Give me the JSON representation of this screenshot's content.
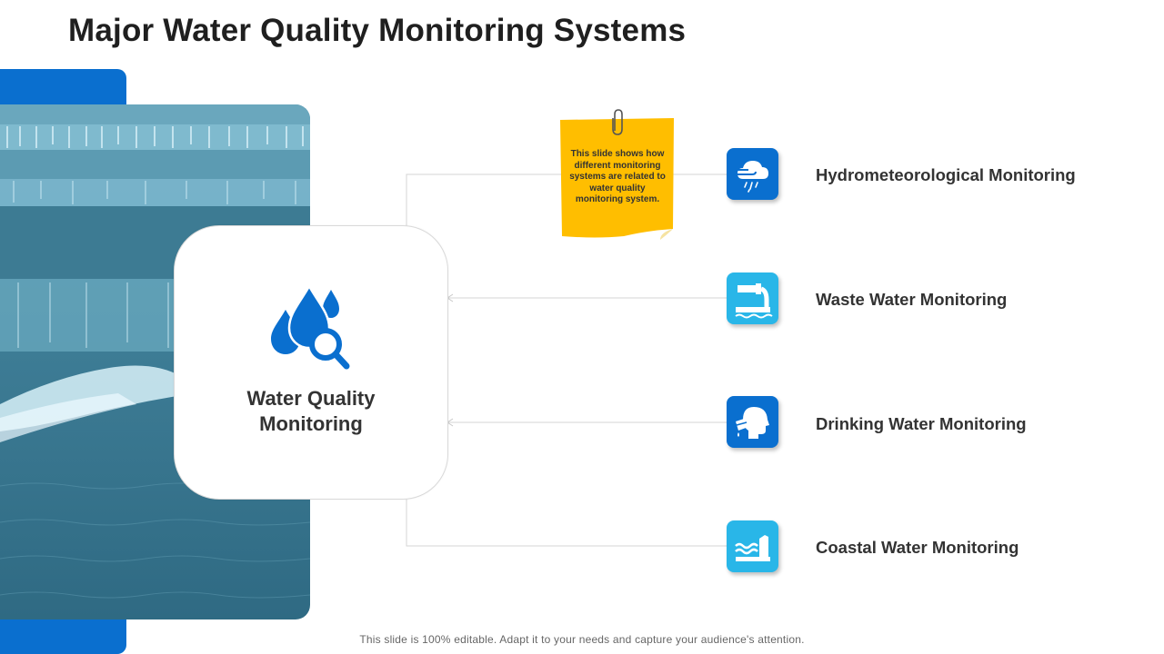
{
  "slide": {
    "title": "Major Water Quality Monitoring Systems",
    "footer": "This slide is 100% editable. Adapt it to your needs and capture your audience's attention."
  },
  "center": {
    "label_line1": "Water Quality",
    "label_line2": "Monitoring",
    "icon": "water-drops-magnifier-icon"
  },
  "note": {
    "text": "This slide shows how different monitoring systems are related to water quality monitoring system."
  },
  "items": [
    {
      "label": "Hydrometeorological Monitoring",
      "icon": "cloud-wind-rain-icon",
      "color": "#0a6fcf"
    },
    {
      "label": "Waste Water Monitoring",
      "icon": "pipe-outflow-icon",
      "color": "#29b6e8"
    },
    {
      "label": "Drinking Water Monitoring",
      "icon": "head-drinking-water-icon",
      "color": "#0a6fcf"
    },
    {
      "label": "Coastal Water Monitoring",
      "icon": "coastal-waves-icon",
      "color": "#29b6e8"
    }
  ],
  "colors": {
    "primary_blue": "#0a6fcf",
    "light_blue": "#29b6e8",
    "note_yellow": "#ffbe00"
  }
}
